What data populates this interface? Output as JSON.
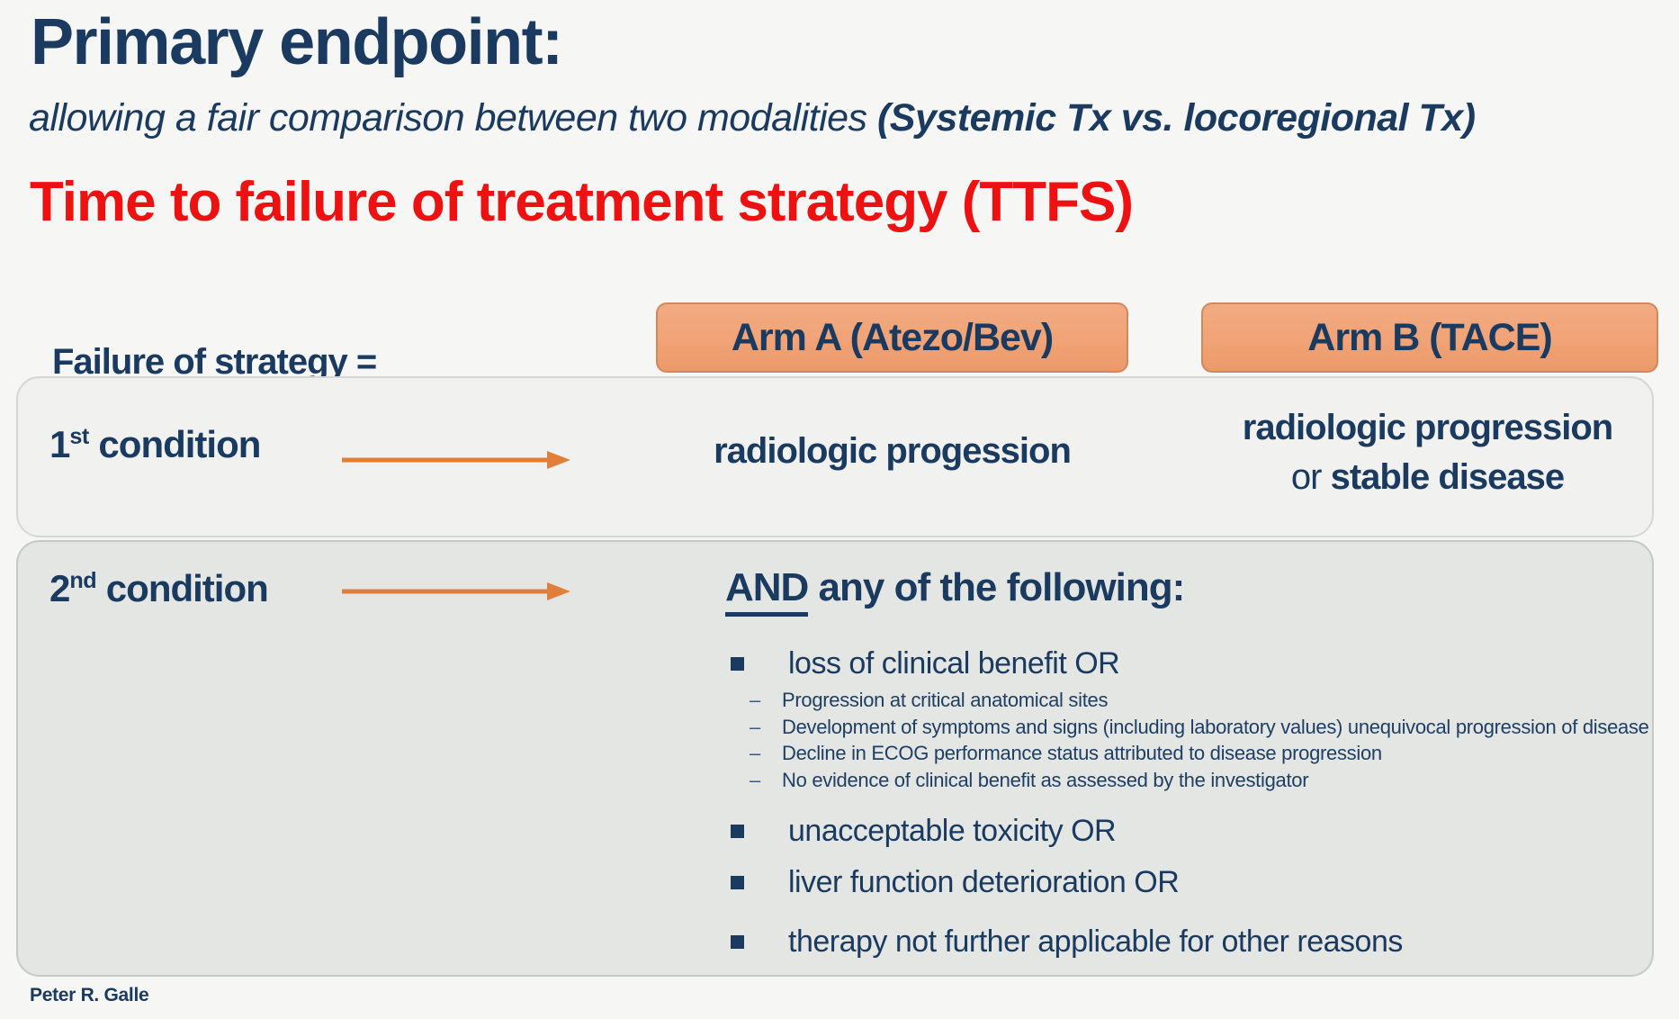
{
  "slide": {
    "title": "Primary endpoint:",
    "subtitle_regular": "allowing a fair comparison between two modalities ",
    "subtitle_bold": "(Systemic Tx vs. locoregional Tx)",
    "red_title": "Time to failure of treatment strategy (TTFS)",
    "footer": "Peter R. Galle"
  },
  "table": {
    "row_label_title": "Failure of strategy =",
    "arm_a_header": "Arm A (Atezo/Bev)",
    "arm_b_header": "Arm B (TACE)",
    "row1": {
      "label_num": "1",
      "label_sup": "st",
      "label_rest": " condition",
      "arm_a_text": "radiologic progession",
      "arm_b_line1": "radiologic progression",
      "arm_b_or": "or ",
      "arm_b_line2_bold": "stable disease"
    },
    "row2": {
      "label_num": "2",
      "label_sup": "nd",
      "label_rest": " condition",
      "heading_and": "AND",
      "heading_rest": " any of the following:",
      "dash": "–",
      "bullets": [
        {
          "label": "loss of clinical benefit OR"
        },
        {
          "label": "unacceptable toxicity OR"
        },
        {
          "label": "liver function deterioration OR"
        },
        {
          "label": "therapy not further applicable for other reasons"
        }
      ],
      "sub_bullets": [
        "Progression at critical anatomical sites",
        "Development of symptoms and signs (including laboratory values) unequivocal progression of disease",
        "Decline in ECOG performance status attributed to disease progression",
        "No evidence of clinical benefit as assessed by the investigator"
      ]
    }
  },
  "colors": {
    "navy_text": "#1b3a60",
    "red_title": "#ee1111",
    "orange_arrow": "#df7f3b",
    "arm_box_fill_top": "#f2ab82",
    "arm_box_fill_bottom": "#ec996a",
    "arm_box_border": "#d2875c",
    "row1_box_fill": "#f1f1ef",
    "row2_box_fill": "#e4e6e4",
    "background": "#f6f7f4"
  }
}
